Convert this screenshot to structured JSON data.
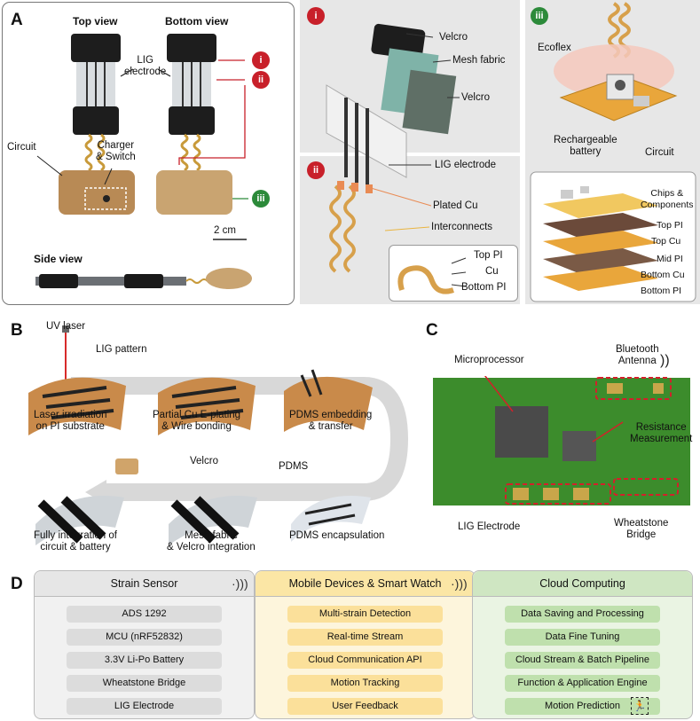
{
  "panelA": {
    "letter": "A",
    "top_view": "Top view",
    "bottom_view": "Bottom view",
    "lig_electrode": "LIG\nelectrode",
    "circuit": "Circuit",
    "charger_switch": "Charger\n& Switch",
    "scale": "2 cm",
    "side_view": "Side view",
    "markers": [
      "i",
      "ii",
      "iii"
    ]
  },
  "panelAi": {
    "marker": "i",
    "labels": [
      "Velcro",
      "Mesh fabric",
      "Velcro",
      "LIG electrode"
    ]
  },
  "panelAii": {
    "marker": "ii",
    "labels": [
      "Plated Cu",
      "Interconnects"
    ],
    "layers": [
      "Top PI",
      "Cu",
      "Bottom PI"
    ]
  },
  "panelAiii": {
    "marker": "iii",
    "labels": [
      "Ecoflex",
      "Rechargeable\nbattery",
      "Circuit"
    ],
    "stack": [
      "Chips &\nComponents",
      "Top PI",
      "Top Cu",
      "Mid PI",
      "Bottom Cu",
      "Bottom PI"
    ]
  },
  "panelB": {
    "letter": "B",
    "uv_laser": "UV laser",
    "lig_pattern": "LIG pattern",
    "velcro": "Velcro",
    "pdms": "PDMS",
    "steps": [
      "Laser irradiation\non PI substrate",
      "Partial Cu E-plating\n& Wire bonding",
      "PDMS embedding\n& transfer",
      "Fully integration of\ncircuit & battery",
      "Mesh fabric\n& Velcro integration",
      "PDMS encapsulation"
    ]
  },
  "panelC": {
    "letter": "C",
    "microprocessor": "Microprocessor",
    "bluetooth": "Bluetooth\nAntenna",
    "resistance": "Resistance\nMeasurement",
    "lig_electrode": "LIG Electrode",
    "wheatstone": "Wheatstone\nBridge",
    "colors": {
      "pcb": "#3c8c2c",
      "callout": "#d3202a"
    }
  },
  "panelD": {
    "letter": "D",
    "boxes": [
      {
        "title": "Strain Sensor",
        "items": [
          "ADS 1292",
          "MCU (nRF52832)",
          "3.3V Li-Po Battery",
          "Wheatstone Bridge",
          "LIG Electrode"
        ],
        "head_color": "#e6e6e6",
        "item_color": "#dcdcdc"
      },
      {
        "title": "Mobile Devices & Smart Watch",
        "items": [
          "Multi-strain Detection",
          "Real-time Stream",
          "Cloud Communication API",
          "Motion Tracking",
          "User Feedback"
        ],
        "head_color": "#fbe6a5",
        "item_color": "#fbe09a"
      },
      {
        "title": "Cloud Computing",
        "items": [
          "Data Saving and Processing",
          "Data Fine Tuning",
          "Cloud Stream & Batch Pipeline",
          "Function & Application Engine",
          "Motion Prediction"
        ],
        "head_color": "#cfe6c2",
        "item_color": "#bfe0ad"
      }
    ]
  }
}
